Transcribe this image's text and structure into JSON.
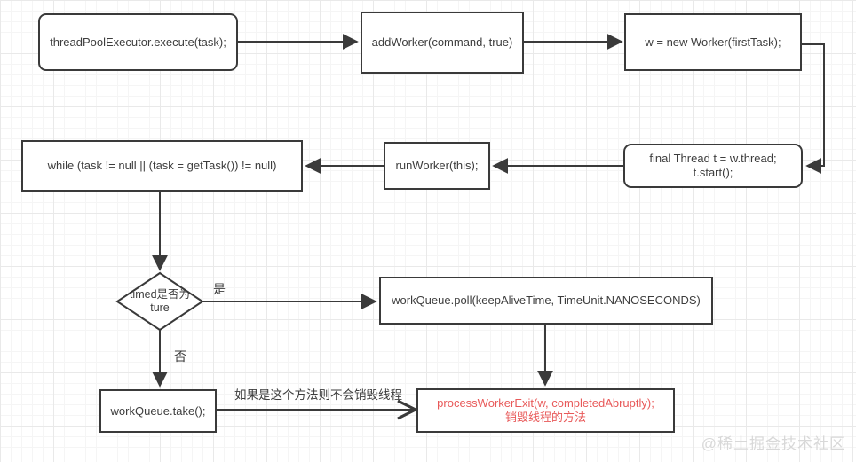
{
  "diagram_type": "flowchart",
  "nodes": {
    "execute": {
      "label": "threadPoolExecutor.execute(task);"
    },
    "add_worker": {
      "label": "addWorker(command, true)"
    },
    "new_worker": {
      "label": "w = new Worker(firstTask);"
    },
    "thread_start": {
      "lines": [
        "final Thread t = w.thread;",
        "t.start();"
      ]
    },
    "run_worker": {
      "label": "runWorker(this);"
    },
    "while_loop": {
      "label": "while (task != null || (task = getTask()) != null)"
    },
    "timed_decision": {
      "lines": [
        "timed是否为",
        "ture"
      ]
    },
    "work_queue_poll": {
      "label": "workQueue.poll(keepAliveTime, TimeUnit.NANOSECONDS)"
    },
    "work_queue_take": {
      "label": "workQueue.take();"
    },
    "process_worker_exit": {
      "lines": [
        "processWorkerExit(w, completedAbruptly);",
        "销毁线程的方法"
      ]
    }
  },
  "edge_labels": {
    "yes": "是",
    "no": "否",
    "take_annotation": "如果是这个方法则不会销毁线程"
  },
  "watermark": "@稀土掘金技术社区",
  "colors": {
    "line": "#3a3a3a",
    "node_text": "#3d3d3d",
    "exit_text": "#e85959",
    "watermark": "#d8d8d8"
  }
}
